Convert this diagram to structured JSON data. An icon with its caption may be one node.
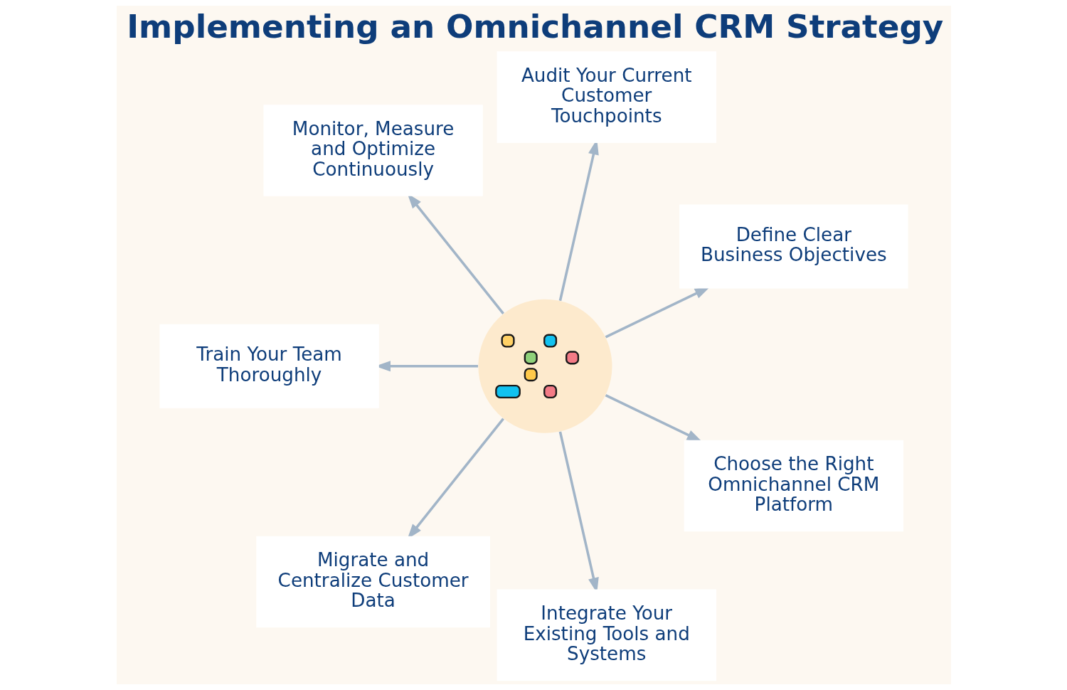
{
  "diagram": {
    "title": "Implementing an Omnichannel CRM Strategy",
    "nodes": [
      {
        "text": [
          "Audit Your Current Customer Touchpoints"
        ]
      },
      {
        "text": [
          "Monitor, Measure and Optimize Continuously"
        ]
      },
      {
        "text": [
          "Define Clear Business Objectives"
        ]
      },
      {
        "text": [
          "Train Your Team Thoroughly"
        ]
      },
      {
        "text": [
          "Choose the Right Omnichannel CRM Platform"
        ]
      },
      {
        "text": [],
        "shape": "circle"
      },
      {
        "text": [
          "Migrate and Centralize Customer Data"
        ]
      },
      {
        "text": [
          "Integrate Your Existing Tools and Systems"
        ]
      }
    ],
    "edges": [
      {
        "from": 5,
        "to": 0,
        "arrow": "to"
      },
      {
        "from": 5,
        "to": 2,
        "arrow": "to"
      },
      {
        "from": 5,
        "to": 4,
        "arrow": "to"
      },
      {
        "from": 5,
        "to": 7,
        "arrow": "to"
      },
      {
        "from": 5,
        "to": 6,
        "arrow": "to"
      },
      {
        "from": 5,
        "to": 3,
        "arrow": "to"
      },
      {
        "from": 5,
        "to": 1,
        "arrow": "to"
      }
    ]
  }
}
